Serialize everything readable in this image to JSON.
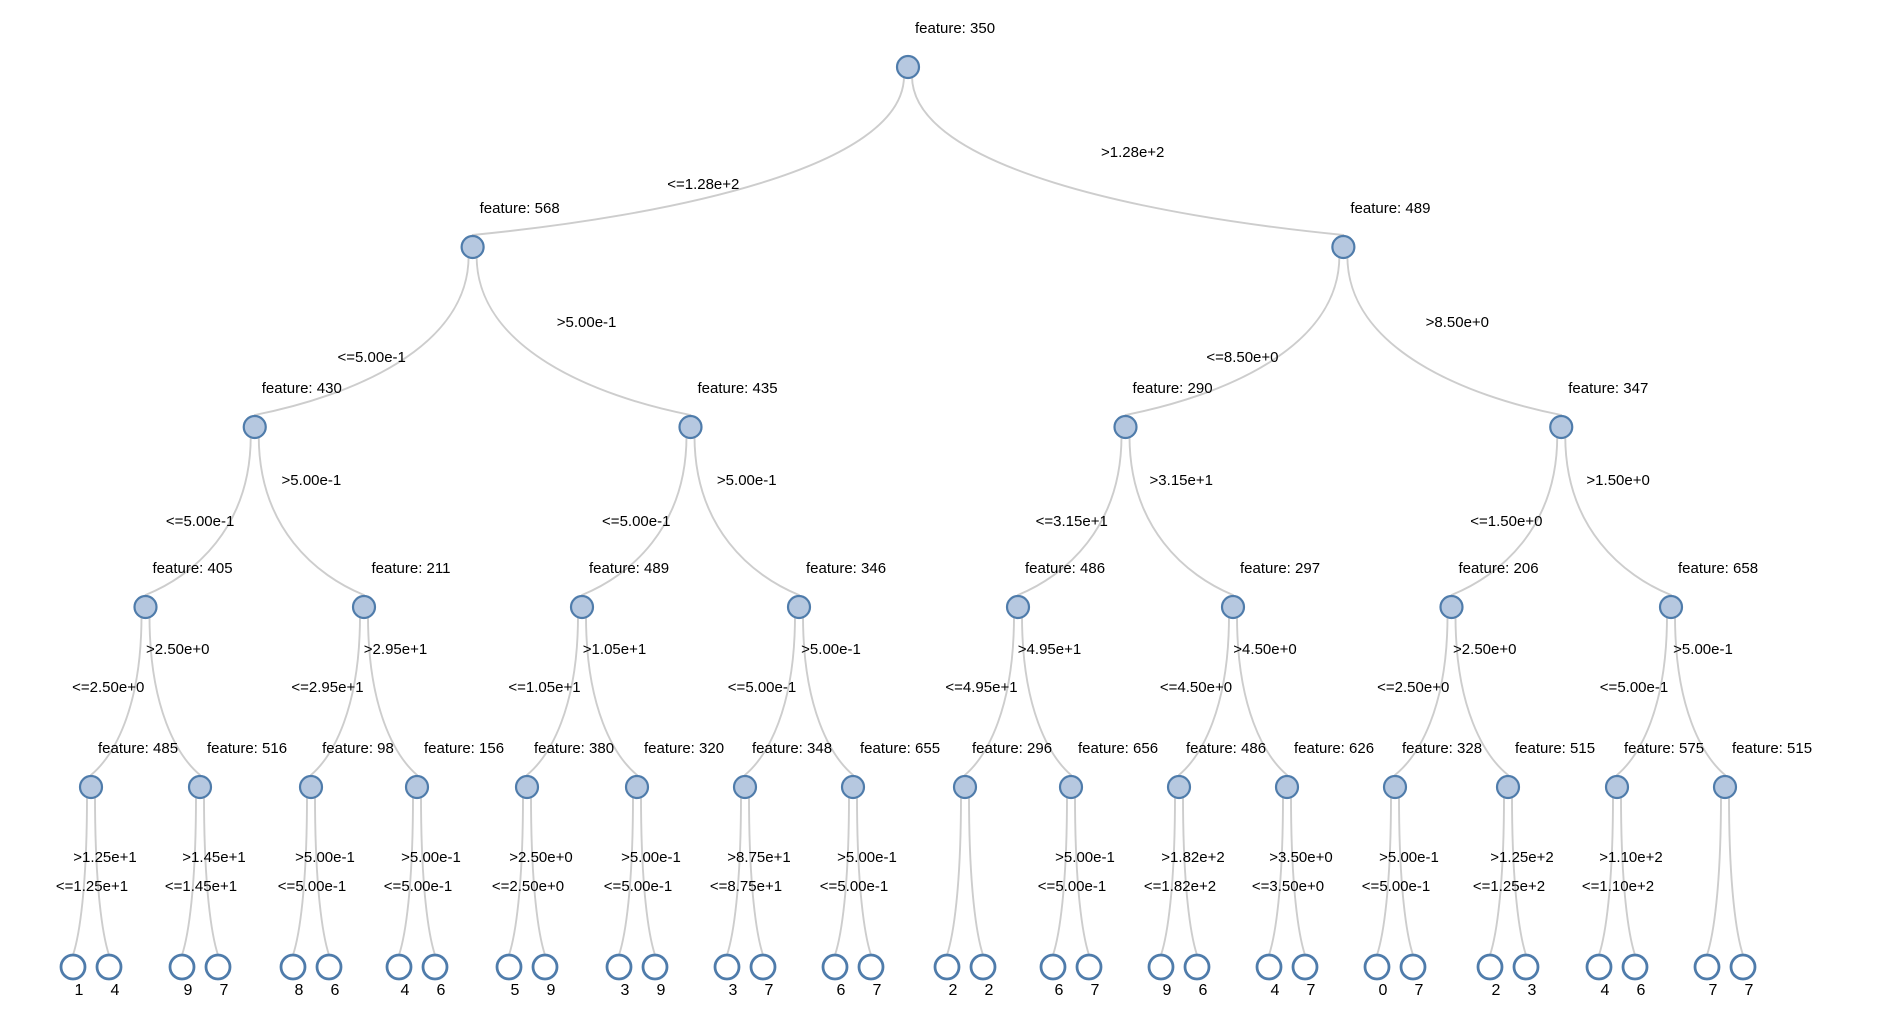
{
  "diagram": {
    "type": "binary-decision-tree",
    "background": "#ffffff",
    "colors": {
      "internal_node_fill": "#b6c8e0",
      "node_stroke": "#4f7cab",
      "leaf_node_fill": "#ffffff",
      "edge_stroke": "#cdcdcd",
      "label_text": "#000000"
    },
    "tree": {
      "feature": "feature: 350",
      "edge_left": "<=1.28e+2",
      "edge_right": ">1.28e+2",
      "children": [
        {
          "feature": "feature: 568",
          "edge_left": "<=5.00e-1",
          "edge_right": ">5.00e-1",
          "children": [
            {
              "feature": "feature: 430",
              "edge_left": "<=5.00e-1",
              "edge_right": ">5.00e-1",
              "children": [
                {
                  "feature": "feature: 405",
                  "edge_left": "<=2.50e+0",
                  "edge_right": ">2.50e+0",
                  "children": [
                    {
                      "feature": "feature: 485",
                      "edge_left": "<=1.25e+1",
                      "edge_right": ">1.25e+1",
                      "children": [
                        {
                          "value": "1"
                        },
                        {
                          "value": "4"
                        }
                      ]
                    },
                    {
                      "feature": "feature: 516",
                      "edge_left": "<=1.45e+1",
                      "edge_right": ">1.45e+1",
                      "children": [
                        {
                          "value": "9"
                        },
                        {
                          "value": "7"
                        }
                      ]
                    }
                  ]
                },
                {
                  "feature": "feature: 211",
                  "edge_left": "<=2.95e+1",
                  "edge_right": ">2.95e+1",
                  "children": [
                    {
                      "feature": "feature: 98",
                      "edge_left": "<=5.00e-1",
                      "edge_right": ">5.00e-1",
                      "children": [
                        {
                          "value": "8"
                        },
                        {
                          "value": "6"
                        }
                      ]
                    },
                    {
                      "feature": "feature: 156",
                      "edge_left": "<=5.00e-1",
                      "edge_right": ">5.00e-1",
                      "children": [
                        {
                          "value": "4"
                        },
                        {
                          "value": "6"
                        }
                      ]
                    }
                  ]
                }
              ]
            },
            {
              "feature": "feature: 435",
              "edge_left": "<=5.00e-1",
              "edge_right": ">5.00e-1",
              "children": [
                {
                  "feature": "feature: 489",
                  "edge_left": "<=1.05e+1",
                  "edge_right": ">1.05e+1",
                  "children": [
                    {
                      "feature": "feature: 380",
                      "edge_left": "<=2.50e+0",
                      "edge_right": ">2.50e+0",
                      "children": [
                        {
                          "value": "5"
                        },
                        {
                          "value": "9"
                        }
                      ]
                    },
                    {
                      "feature": "feature: 320",
                      "edge_left": "<=5.00e-1",
                      "edge_right": ">5.00e-1",
                      "children": [
                        {
                          "value": "3"
                        },
                        {
                          "value": "9"
                        }
                      ]
                    }
                  ]
                },
                {
                  "feature": "feature: 346",
                  "edge_left": "<=5.00e-1",
                  "edge_right": ">5.00e-1",
                  "children": [
                    {
                      "feature": "feature: 348",
                      "edge_left": "<=8.75e+1",
                      "edge_right": ">8.75e+1",
                      "children": [
                        {
                          "value": "3"
                        },
                        {
                          "value": "7"
                        }
                      ]
                    },
                    {
                      "feature": "feature: 655",
                      "edge_left": "<=5.00e-1",
                      "edge_right": ">5.00e-1",
                      "children": [
                        {
                          "value": "6"
                        },
                        {
                          "value": "7"
                        }
                      ]
                    }
                  ]
                }
              ]
            }
          ]
        },
        {
          "feature": "feature: 489",
          "edge_left": "<=8.50e+0",
          "edge_right": ">8.50e+0",
          "children": [
            {
              "feature": "feature: 290",
              "edge_left": "<=3.15e+1",
              "edge_right": ">3.15e+1",
              "children": [
                {
                  "feature": "feature: 486",
                  "edge_left": "<=4.95e+1",
                  "edge_right": ">4.95e+1",
                  "children": [
                    {
                      "feature": "feature: 296",
                      "edge_left": "",
                      "edge_right": "",
                      "children": [
                        {
                          "value": "2"
                        },
                        {
                          "value": "2"
                        }
                      ]
                    },
                    {
                      "feature": "feature: 656",
                      "edge_left": "<=5.00e-1",
                      "edge_right": ">5.00e-1",
                      "children": [
                        {
                          "value": "6"
                        },
                        {
                          "value": "7"
                        }
                      ]
                    }
                  ]
                },
                {
                  "feature": "feature: 297",
                  "edge_left": "<=4.50e+0",
                  "edge_right": ">4.50e+0",
                  "children": [
                    {
                      "feature": "feature: 486",
                      "edge_left": "<=1.82e+2",
                      "edge_right": ">1.82e+2",
                      "children": [
                        {
                          "value": "9"
                        },
                        {
                          "value": "6"
                        }
                      ]
                    },
                    {
                      "feature": "feature: 626",
                      "edge_left": "<=3.50e+0",
                      "edge_right": ">3.50e+0",
                      "children": [
                        {
                          "value": "4"
                        },
                        {
                          "value": "7"
                        }
                      ]
                    }
                  ]
                }
              ]
            },
            {
              "feature": "feature: 347",
              "edge_left": "<=1.50e+0",
              "edge_right": ">1.50e+0",
              "children": [
                {
                  "feature": "feature: 206",
                  "edge_left": "<=2.50e+0",
                  "edge_right": ">2.50e+0",
                  "children": [
                    {
                      "feature": "feature: 328",
                      "edge_left": "<=5.00e-1",
                      "edge_right": ">5.00e-1",
                      "children": [
                        {
                          "value": "0"
                        },
                        {
                          "value": "7"
                        }
                      ]
                    },
                    {
                      "feature": "feature: 515",
                      "edge_left": "<=1.25e+2",
                      "edge_right": ">1.25e+2",
                      "children": [
                        {
                          "value": "2"
                        },
                        {
                          "value": "3"
                        }
                      ]
                    }
                  ]
                },
                {
                  "feature": "feature: 658",
                  "edge_left": "<=5.00e-1",
                  "edge_right": ">5.00e-1",
                  "children": [
                    {
                      "feature": "feature: 575",
                      "edge_left": "<=1.10e+2",
                      "edge_right": ">1.10e+2",
                      "children": [
                        {
                          "value": "4"
                        },
                        {
                          "value": "6"
                        }
                      ]
                    },
                    {
                      "feature": "feature: 515",
                      "edge_left": "",
                      "edge_right": "",
                      "children": [
                        {
                          "value": "7"
                        },
                        {
                          "value": "7"
                        }
                      ]
                    }
                  ]
                }
              ]
            }
          ]
        }
      ]
    }
  }
}
